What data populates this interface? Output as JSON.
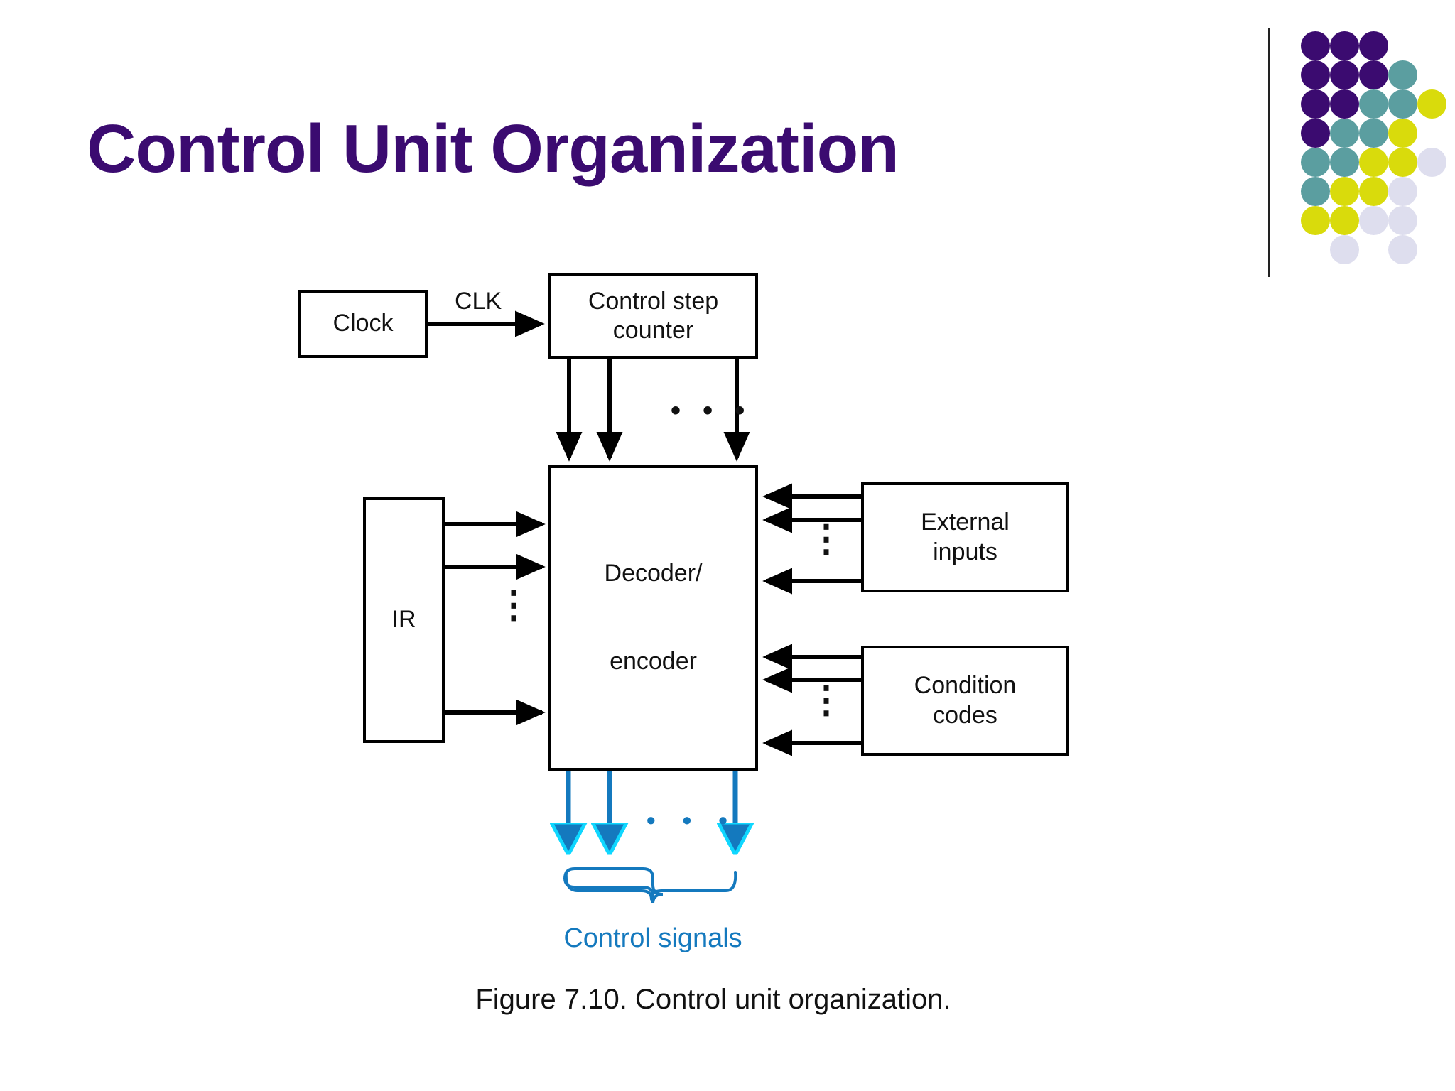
{
  "slide": {
    "title": "Control Unit Organization",
    "caption": "Figure 7.10.  Control unit organization."
  },
  "colors": {
    "title_purple": "#3B0B70",
    "logo_purple": "#3B0B70",
    "logo_teal": "#5B9EA0",
    "logo_yellow": "#D9DB0C",
    "logo_lavender": "#DEDEEE",
    "diagram_line": "#000000",
    "control_signal_blue": "#1479BE",
    "arrow_highlight_cyan": "#0FD7FF"
  },
  "logo": {
    "name": "dot-matrix-logo",
    "rows": [
      [
        "purple",
        "purple",
        "purple"
      ],
      [
        "purple",
        "purple",
        "purple",
        "teal"
      ],
      [
        "purple",
        "purple",
        "teal",
        "teal",
        "yellow"
      ],
      [
        "purple",
        "teal",
        "teal",
        "yellow"
      ],
      [
        "teal",
        "teal",
        "yellow",
        "yellow",
        "lavender"
      ],
      [
        "teal",
        "yellow",
        "yellow",
        "lavender"
      ],
      [
        "yellow",
        "yellow",
        "lavender",
        "lavender"
      ],
      [
        "none",
        "lavender",
        "none",
        "lavender"
      ]
    ]
  },
  "diagram": {
    "boxes": {
      "clock": "Clock",
      "control_step_counter": "Control step\ncounter",
      "decoder_encoder": "Decoder/\n\nencoder",
      "ir": "IR",
      "external_inputs": "External\ninputs",
      "condition_codes": "Condition\ncodes"
    },
    "labels": {
      "clk": "CLK",
      "control_signals": "Control signals"
    },
    "ellipsis": {
      "counter_outputs": "• • •",
      "ir_outputs": "⋮",
      "external_inputs": "⋮",
      "condition_codes": "⋮",
      "control_signals": "• • •"
    },
    "signal_counts": {
      "counter_to_decoder": 3,
      "ir_to_decoder": 3,
      "external_to_decoder": 3,
      "condition_to_decoder": 3,
      "decoder_control_signals": 3
    }
  }
}
